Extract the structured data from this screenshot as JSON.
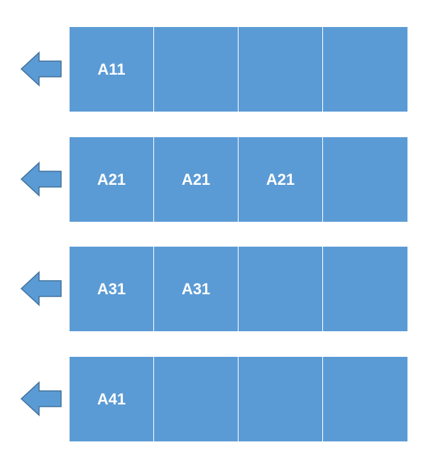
{
  "colors": {
    "cell": "#5b9bd5",
    "arrow_fill": "#5b9bd5",
    "arrow_stroke": "#41719c",
    "cell_text": "#ffffff"
  },
  "rows": [
    {
      "cells": [
        "A11",
        "",
        "",
        ""
      ]
    },
    {
      "cells": [
        "A21",
        "A21",
        "A21",
        ""
      ]
    },
    {
      "cells": [
        "A31",
        "A31",
        "",
        ""
      ]
    },
    {
      "cells": [
        "A41",
        "",
        "",
        ""
      ]
    }
  ]
}
